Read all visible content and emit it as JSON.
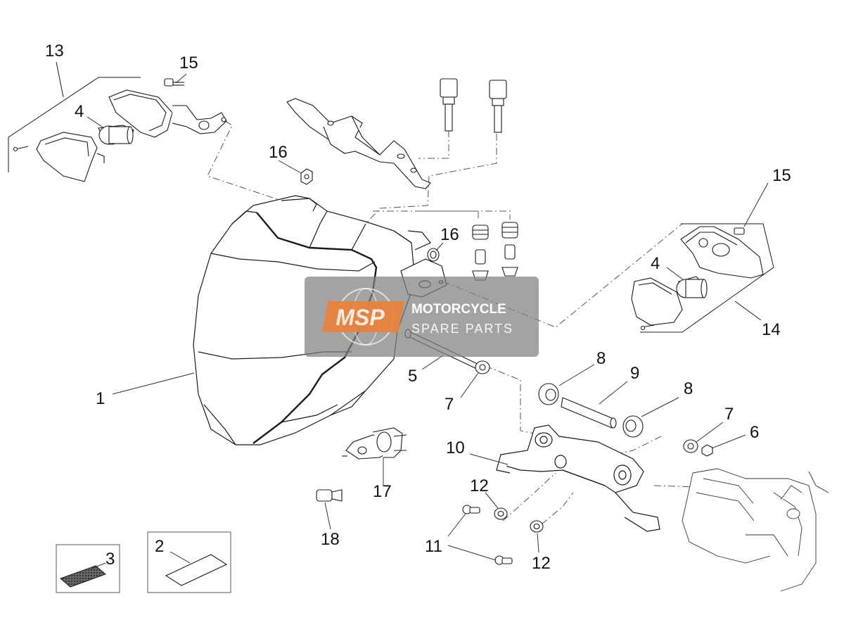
{
  "diagram": {
    "callouts": [
      "1",
      "2",
      "3",
      "4",
      "4",
      "5",
      "6",
      "7",
      "7",
      "8",
      "8",
      "9",
      "10",
      "11",
      "12",
      "12",
      "13",
      "14",
      "15",
      "15",
      "16",
      "16",
      "17",
      "18"
    ]
  },
  "watermark": {
    "logo_text": "MSP",
    "line1": "MOTORCYCLE",
    "line2": "SPARE PARTS"
  },
  "colors": {
    "line": "#1a1a1a",
    "leader": "#333333",
    "dash": "#555555",
    "watermark_bg": "#7f7f7f",
    "watermark_logo": "#e8813a"
  }
}
